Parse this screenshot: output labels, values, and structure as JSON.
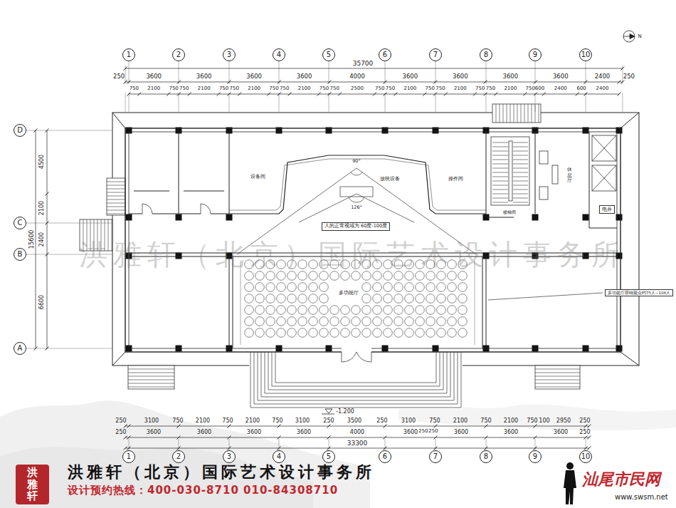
{
  "diagram": {
    "nodes": [
      {
        "text": [
          "1"
        ]
      },
      {
        "text": [
          "2"
        ]
      },
      {
        "text": [
          "3"
        ]
      },
      {
        "text": [
          "4"
        ]
      },
      {
        "text": [
          "5"
        ]
      },
      {
        "text": [
          "6"
        ]
      },
      {
        "text": [
          "7"
        ]
      },
      {
        "text": [
          "8"
        ]
      },
      {
        "text": [
          "9"
        ]
      },
      {
        "text": [
          "10"
        ]
      },
      {
        "text": [
          "D"
        ]
      },
      {
        "text": [
          "C"
        ]
      },
      {
        "text": [
          "B"
        ]
      },
      {
        "text": [
          "A"
        ]
      },
      {
        "text": [
          "人的正常视域为 60度-100度"
        ]
      },
      {
        "text": [
          "电井"
        ]
      },
      {
        "text": [
          "多功能厅容纳观众约75人~108人"
        ]
      },
      {
        "text": [
          "1"
        ]
      },
      {
        "text": [
          "2"
        ]
      },
      {
        "text": [
          "3"
        ]
      },
      {
        "text": [
          "4"
        ]
      },
      {
        "text": [
          "5"
        ]
      },
      {
        "text": [
          "6"
        ]
      },
      {
        "text": [
          "7"
        ]
      },
      {
        "text": [
          "8"
        ]
      },
      {
        "text": [
          "9"
        ]
      },
      {
        "text": [
          "10"
        ]
      },
      {
        "text": [
          "洪雅轩"
        ]
      }
    ],
    "labels": [
      "35700",
      "250",
      "3600",
      "3600",
      "3600",
      "3600",
      "4000",
      "3600",
      "3600",
      "3600",
      "3600",
      "2400",
      "250",
      "750",
      "2100",
      "750",
      "750",
      "2100",
      "750",
      "750",
      "2100",
      "750",
      "750",
      "2100",
      "750",
      "750",
      "2500",
      "750",
      "750",
      "2100",
      "750",
      "750",
      "2100",
      "750",
      "750",
      "2100",
      "750",
      "600",
      "2400",
      "600",
      "2400",
      "4500",
      "2100",
      "2400",
      "6600",
      "15600",
      "设备间",
      "放映设备",
      "操作间",
      "楼梯间",
      "休息厅",
      "90°",
      "126°",
      "多功能厅",
      "-1.200",
      "250",
      "3100",
      "750",
      "2100",
      "750",
      "2100",
      "750",
      "3100",
      "250",
      "3500",
      "250",
      "3100",
      "750",
      "2100",
      "750",
      "2100",
      "750",
      "100",
      "2950",
      "250",
      "250",
      "3600",
      "3600",
      "3600",
      "3600",
      "4000",
      "3600",
      "3600",
      "3600",
      "3600",
      "250",
      "250",
      "250",
      "33300",
      "洪雅轩（北京）国际艺术设计事务所",
      "洪雅轩（北京）国际艺术设计事务所",
      "设计预约热线：400-030-8710 010-84308710",
      "汕尾市民网",
      "www.swsm.net",
      "N"
    ]
  }
}
